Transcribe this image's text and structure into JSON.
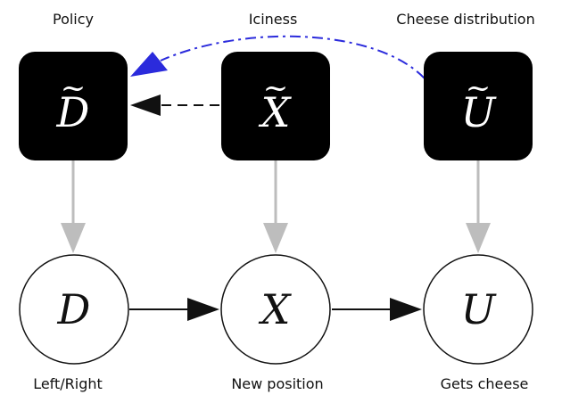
{
  "mech_nodes": [
    {
      "id": "policy",
      "symbol": "D",
      "tilde": "~",
      "label": "Policy"
    },
    {
      "id": "iciness",
      "symbol": "X",
      "tilde": "~",
      "label": "Iciness"
    },
    {
      "id": "cheese-distribution",
      "symbol": "U",
      "tilde": "~",
      "label": "Cheese distribution"
    }
  ],
  "object_nodes": [
    {
      "id": "left-right",
      "symbol": "D",
      "label": "Left/Right"
    },
    {
      "id": "new-position",
      "symbol": "X",
      "label": "New position"
    },
    {
      "id": "gets-cheese",
      "symbol": "U",
      "label": "Gets cheese"
    }
  ],
  "colors": {
    "mech_fill": "#000000",
    "mech_text": "#ffffff",
    "object_fill": "#ffffff",
    "object_stroke": "#111111",
    "gray_arrow": "#bdbdbd",
    "black_arrow": "#111111",
    "blue_arrow": "#2b2bdc"
  }
}
